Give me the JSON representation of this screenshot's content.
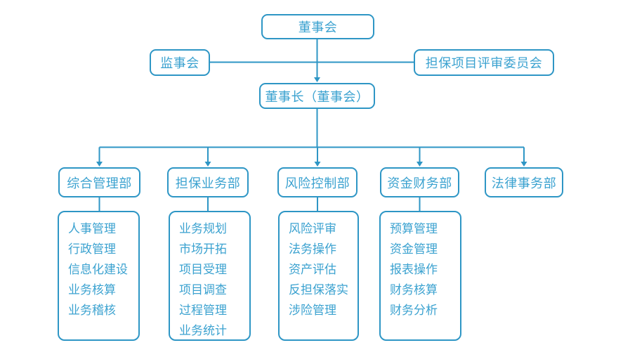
{
  "colors": {
    "line": "#2e96c5",
    "text": "#3ba2d0",
    "box-bg": "#ffffff",
    "page-bg": "#ffffff"
  },
  "nodes": {
    "board": "董事会",
    "supervisory": "监事会",
    "review_committee": "担保项目评审委员会",
    "chairman": "董事长（董事会）"
  },
  "departments": [
    {
      "label": "综合管理部",
      "items": [
        "人事管理",
        "行政管理",
        "信息化建设",
        "业务核算",
        "业务稽核"
      ]
    },
    {
      "label": "担保业务部",
      "items": [
        "业务规划",
        "市场开拓",
        "项目受理",
        "项目调查",
        "过程管理",
        "业务统计"
      ]
    },
    {
      "label": "风险控制部",
      "items": [
        "风险评审",
        "法务操作",
        "资产评估",
        "反担保落实",
        "涉险管理"
      ]
    },
    {
      "label": "资金财务部",
      "items": [
        "预算管理",
        "资金管理",
        "报表操作",
        "财务核算",
        "财务分析"
      ]
    },
    {
      "label": "法律事务部",
      "items": []
    }
  ]
}
